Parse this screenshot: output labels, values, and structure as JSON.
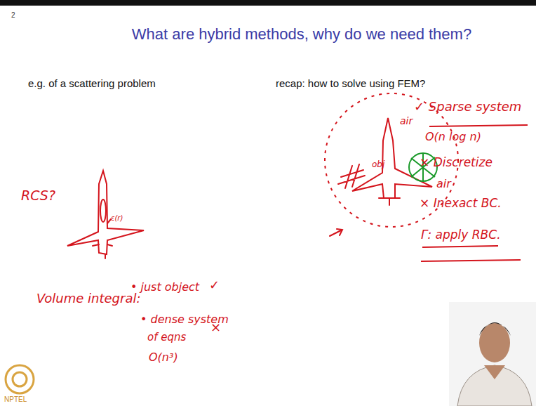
{
  "diagram": {
    "title": "What are hybrid methods, why do we need them?",
    "labels": [
      "2",
      "e.g. of a scattering problem",
      "recap: how to solve using FEM?",
      "RCS?",
      "ε(r)",
      "Volume integral:",
      "• just object",
      "✓",
      "• dense system",
      "of eqns",
      "×",
      "O(n³)",
      "✓ Sparse system",
      "O(n log n)",
      "× Discretize",
      "air",
      "× Inexact BC.",
      "Γ: apply RBC.",
      "air",
      "obj",
      "NPTEL"
    ]
  }
}
